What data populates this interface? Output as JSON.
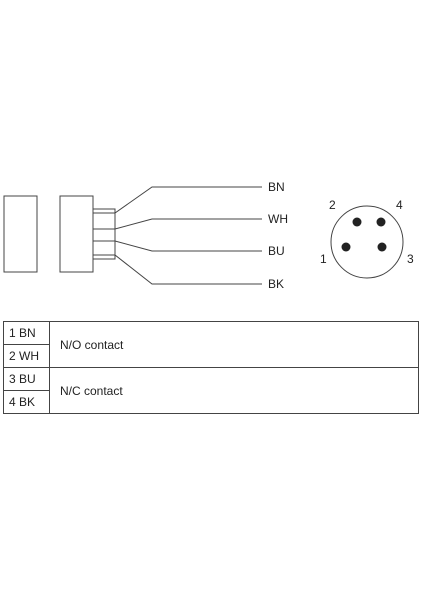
{
  "wires": [
    {
      "label": "BN"
    },
    {
      "label": "WH"
    },
    {
      "label": "BU"
    },
    {
      "label": "BK"
    }
  ],
  "connector": {
    "pins": [
      {
        "number": "1"
      },
      {
        "number": "2"
      },
      {
        "number": "3"
      },
      {
        "number": "4"
      }
    ]
  },
  "table": {
    "groups": [
      {
        "wires": [
          "1 BN",
          "2 WH"
        ],
        "function": "N/O contact"
      },
      {
        "wires": [
          "3 BU",
          "4 BK"
        ],
        "function": "N/C contact"
      }
    ]
  }
}
